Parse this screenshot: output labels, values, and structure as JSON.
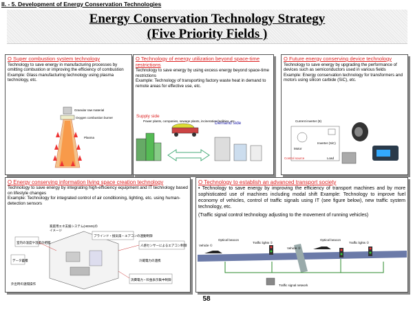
{
  "section_label": "II. - 5. Development of Energy Conservation Technologies",
  "title": {
    "line1": "Energy Conservation Technology Strategy",
    "line2": "(Five Priority Fields )"
  },
  "box1": {
    "heading": "O Super combustion system technology",
    "text": "Technology to save energy in manufacturing processes by omitting combustion or improving the efficiency of combustion",
    "example": "Example: Glass manufacturing technology using plasma technology, etc.",
    "fig_labels": {
      "raw": "Granular raw material",
      "burner": "Oxygen combustion burner",
      "plasma": "Plasma"
    }
  },
  "box2": {
    "heading": "O Technology of energy utilization beyond space-time restrictions",
    "text": "Technology to save energy by using excess energy beyond space-time restrictions",
    "example": "Example: Technology of transporting factory waste heat in demand to remote areas for effective use, etc.",
    "supply_label": "Supply side",
    "demand_label": "Demand side",
    "fig_labels": {
      "plant": "Power plants, companies, sewage plants, incineration facilities, etc."
    }
  },
  "box3": {
    "heading": "O Future energy conserving device technology",
    "text": "Technology to save energy by upgrading the performance of devices such as semiconductors used in various fields",
    "example": "Example: Energy conservation technology for transformers and motors using silicon carbide (SiC), etc.",
    "fig_labels": {
      "inverter1": "Current inverter (8)",
      "inverter2": "Inverter (SiC)",
      "motor": "Motor",
      "load": "Load",
      "power": "Control source"
    }
  },
  "box4": {
    "heading": "O Energy conserving information living space creation technology",
    "text": "Technology to save energy by integrating high-efficiency equipment and IT technology based on lifestyle changes",
    "example": "Example: Technology for integrated control of air conditioning, lighting, etc. using human-detection sensors",
    "fig_title_1": "家庭用エネ支援システム(HEMS)の",
    "fig_title_2": "イメージ",
    "fig_labels": {
      "a": "ブラインド・換気扇・エアコンの連動制御",
      "b": "人感センサーによるエアコン制御",
      "c": "冷蔵電力の連携",
      "d": "消費電力・料金表示集中制御",
      "e": "外出時の遠隔操作",
      "f": "室内の温度や湿度の把握",
      "g": "データ蓄積"
    }
  },
  "box5": {
    "heading": "O Technology to establish an advanced transport society",
    "text": "• Technology to save energy by improving the efficiency of transport machines and by more sophisticated use of machines including modal shift Example: Technology to improve fuel economy of vehicles, control of traffic signals using IT (see figure below), new traffic system technology, etc.",
    "note": "(Traffic signal control technology adjusting to the movement of running vehicles)",
    "fig_labels": {
      "beacon1": "Optical beacon",
      "beacon2": "Optical beacon",
      "vehicle1": "Vehicle ①",
      "vehicle2": "Vehicle ②",
      "lights1": "Traffic lights ①",
      "lights2": "Traffic lights ②",
      "network": "Traffic signal network"
    }
  },
  "page_number": "58"
}
